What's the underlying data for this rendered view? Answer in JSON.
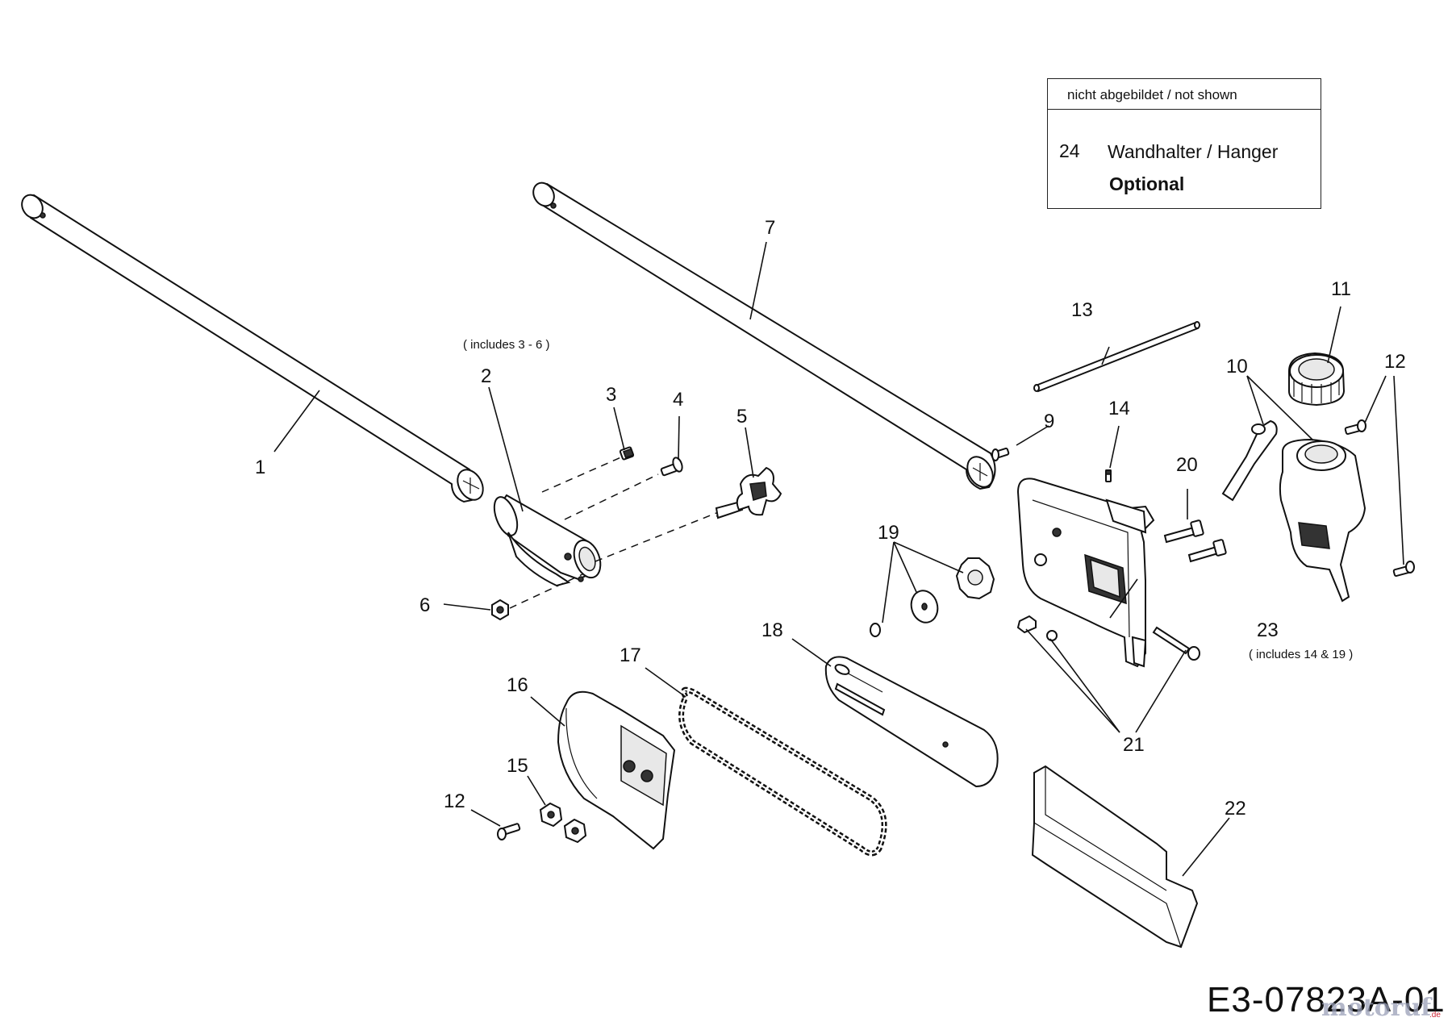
{
  "legend": {
    "header": "nicht abgebildet / not shown",
    "item_number": "24",
    "item_name": "Wandhalter / Hanger",
    "item_note": "Optional"
  },
  "callouts": {
    "c1": "1",
    "c2": "2",
    "c3": "3",
    "c4": "4",
    "c5": "5",
    "c6": "6",
    "c7": "7",
    "c9": "9",
    "c10": "10",
    "c11": "11",
    "c12a": "12",
    "c12b": "12",
    "c13": "13",
    "c14": "14",
    "c15": "15",
    "c16": "16",
    "c17": "17",
    "c18": "18",
    "c19": "19",
    "c20": "20",
    "c21": "21",
    "c22": "22",
    "c23": "23"
  },
  "notes": {
    "includes_2": "( includes 3 - 6 )",
    "includes_23": "( includes 14 & 19 )"
  },
  "drawing_code": "E3-07823A-01",
  "watermark": "motoruf",
  "watermark_tld": ".de"
}
